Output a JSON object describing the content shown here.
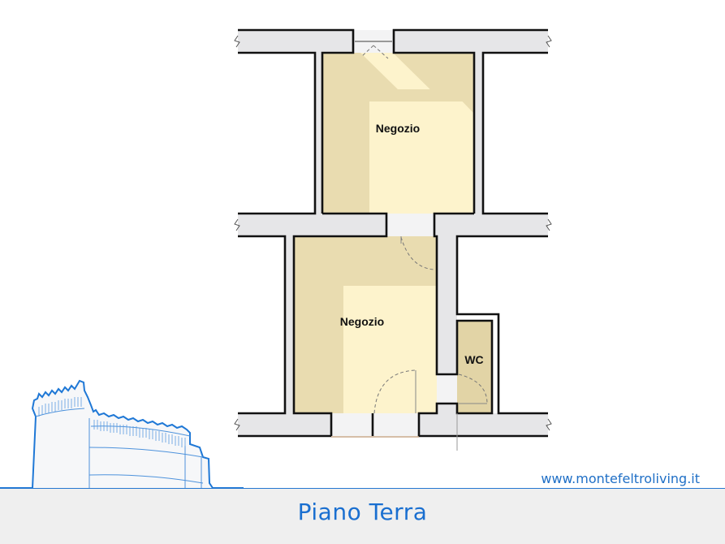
{
  "floorplan": {
    "title": "Piano Terra",
    "website": "www.montefeltroliving.it",
    "rooms": [
      {
        "id": "room-upper",
        "label": "Negozio"
      },
      {
        "id": "room-lower",
        "label": "Negozio"
      },
      {
        "id": "room-wc",
        "label": "WC"
      }
    ],
    "colors": {
      "accent": "#1a6fd0",
      "wall_fill": "#e6e6e8",
      "wall_stroke": "#111111",
      "room_fill_light": "#fdf3cc",
      "room_fill_shade": "#e9dcb0",
      "footer_band": "#efefef"
    }
  }
}
